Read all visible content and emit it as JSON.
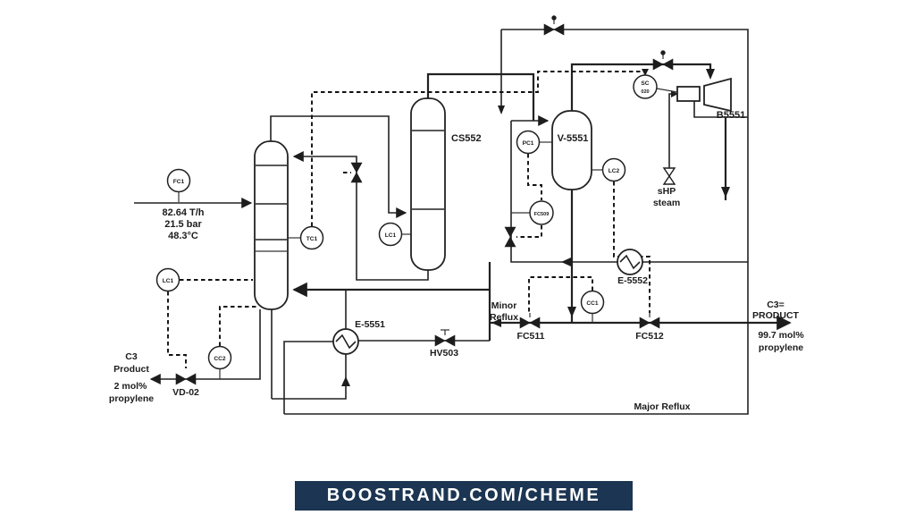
{
  "banner": {
    "text": "BOOSTRAND.COM/CHEME",
    "bg": "#1b3552",
    "fg": "#ffffff"
  },
  "diagram": {
    "feed": {
      "flow": "82.64 T/h",
      "pressure": "21.5 bar",
      "temperature": "48.3°C"
    },
    "equipment": {
      "column2": "CS552",
      "vessel": "V-5551",
      "compressor": "B5551",
      "reboiler": "E-5551",
      "condenser": "E-5552"
    },
    "instruments": {
      "fc1": "FC1",
      "tc1": "TC1",
      "lc1_left": "LC1",
      "cc2": "CC2",
      "lc1_mid": "LC1",
      "pc1": "PC1",
      "fc509": "FC509",
      "lc2": "LC2",
      "cc1": "CC1",
      "sc_line1": "SC",
      "sc_line2": "020"
    },
    "valves": {
      "vd02": "VD-02",
      "hv503": "HV503",
      "fc511": "FC511",
      "fc512": "FC512"
    },
    "streams": {
      "bottoms_1": "C3",
      "bottoms_2": "Product",
      "bottoms_3": "2 mol%",
      "bottoms_4": "propylene",
      "product_1": "C3=",
      "product_2": "PRODUCT",
      "product_3": "99.7 mol%",
      "product_4": "propylene",
      "minor_1": "Minor",
      "minor_2": "Reflux",
      "major": "Major Reflux",
      "steam_1": "sHP",
      "steam_2": "steam"
    }
  }
}
